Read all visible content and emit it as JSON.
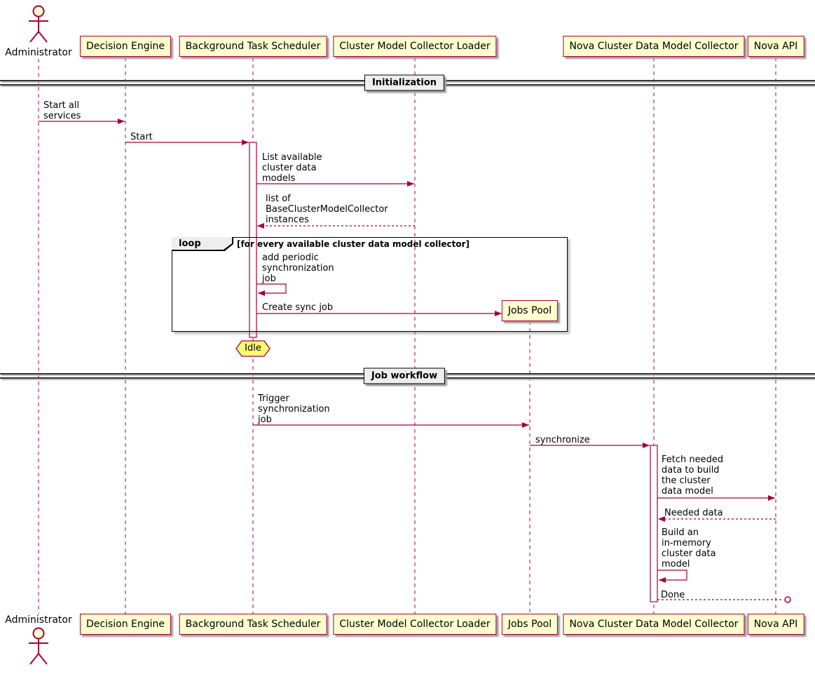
{
  "participants": {
    "administrator": "Administrator",
    "decision_engine": "Decision Engine",
    "background_task_scheduler": "Background Task Scheduler",
    "cluster_model_collector_loader": "Cluster Model Collector Loader",
    "jobs_pool": "Jobs Pool",
    "nova_cluster_data_model_collector": "Nova Cluster Data Model Collector",
    "nova_api": "Nova API"
  },
  "dividers": {
    "initialization": "Initialization",
    "job_workflow": "Job workflow"
  },
  "loop_frame": {
    "label": "loop",
    "condition": "[for every available cluster data model collector]"
  },
  "notes": {
    "idle": "Idle"
  },
  "messages": {
    "start_all_services": "Start all\nservices",
    "start": "Start",
    "list_available_models": "List available\ncluster data\nmodels",
    "list_of_instances": "list of\nBaseClusterModelCollector\ninstances",
    "add_periodic_sync_job": "add periodic\nsynchronization\njob",
    "create_sync_job": "Create sync job",
    "trigger_sync_job": "Trigger\nsynchronization\njob",
    "synchronize": "synchronize",
    "fetch_needed_data": "Fetch needed\ndata to build\nthe cluster\ndata model",
    "needed_data": "Needed data",
    "build_model": "Build an\nin-memory\ncluster data\nmodel",
    "done": "Done"
  },
  "colors": {
    "accent": "#A80036",
    "participant_fill": "#FEFECE",
    "note_fill": "#FBFB77",
    "divider_fill": "#EEEEEE",
    "frame_border": "#000000"
  }
}
